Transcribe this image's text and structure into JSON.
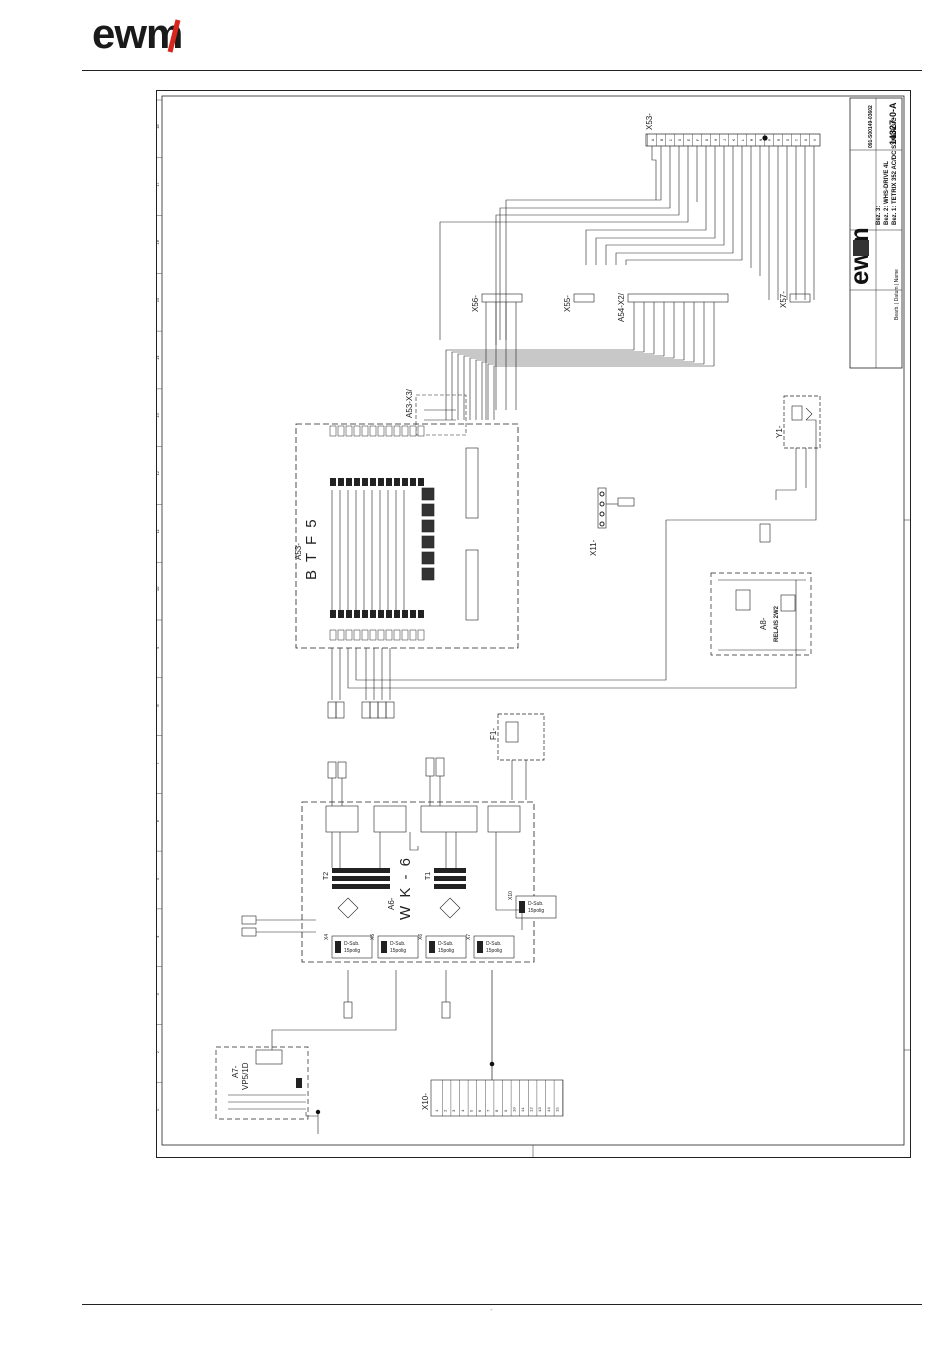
{
  "header": {
    "brand": "ewm"
  },
  "footer": {
    "page_marker": "-"
  },
  "ruler": {
    "ticks": [
      "18",
      "17",
      "16",
      "15",
      "14",
      "13",
      "12",
      "11",
      "10",
      "9",
      "8",
      "7",
      "6",
      "5",
      "4",
      "3",
      "2",
      "1"
    ]
  },
  "modules": {
    "btf": {
      "ref": "A53-",
      "name": "B T F 5"
    },
    "wk": {
      "ref": "A6-",
      "name": "W K - 6"
    },
    "vp": {
      "ref": "A7-",
      "name": "VP5/1D"
    },
    "relais": {
      "ref": "A8-",
      "name": "RELAIS 2W2"
    },
    "fuse": {
      "ref": "F1-"
    },
    "valve": {
      "ref": "Y1-"
    },
    "x53": {
      "ref": "X53-"
    },
    "x56": {
      "ref": "X56-"
    },
    "x55": {
      "ref": "X55-"
    },
    "x54": {
      "ref": "A54-X2/"
    },
    "x57": {
      "ref": "X57-"
    },
    "x11": {
      "ref": "X11-"
    },
    "x10": {
      "ref": "X10-"
    },
    "x3": {
      "ref": "A53-X3/"
    }
  },
  "dsub": {
    "label_line1": "D-Sub.",
    "label_line2": "15polig",
    "connectors": [
      "X4",
      "X5",
      "X6",
      "X7",
      "X10"
    ]
  },
  "transformers": {
    "t1": "T1",
    "t2": "T2"
  },
  "x53_pins": [
    "A",
    "B",
    "C",
    "D",
    "E",
    "F",
    "G",
    "H",
    "J",
    "K",
    "L",
    "M",
    "N",
    "P",
    "R",
    "S",
    "T",
    "U",
    "V"
  ],
  "x10_pins": [
    "1",
    "2",
    "3",
    "4",
    "5",
    "6",
    "7",
    "8",
    "9",
    "10",
    "11",
    "12",
    "13",
    "14",
    "15"
  ],
  "title_block": {
    "doc_number": "14327-0-A",
    "sub_number": "091-S00149-03602",
    "product_line1": "Bez. 1: TETRIX 352 AC/DC SYNERGIC",
    "product_line2": "Bez. 2: WHS-DRIVE 4L",
    "product_line3": "Bez. 3:",
    "logo": "ewm"
  }
}
